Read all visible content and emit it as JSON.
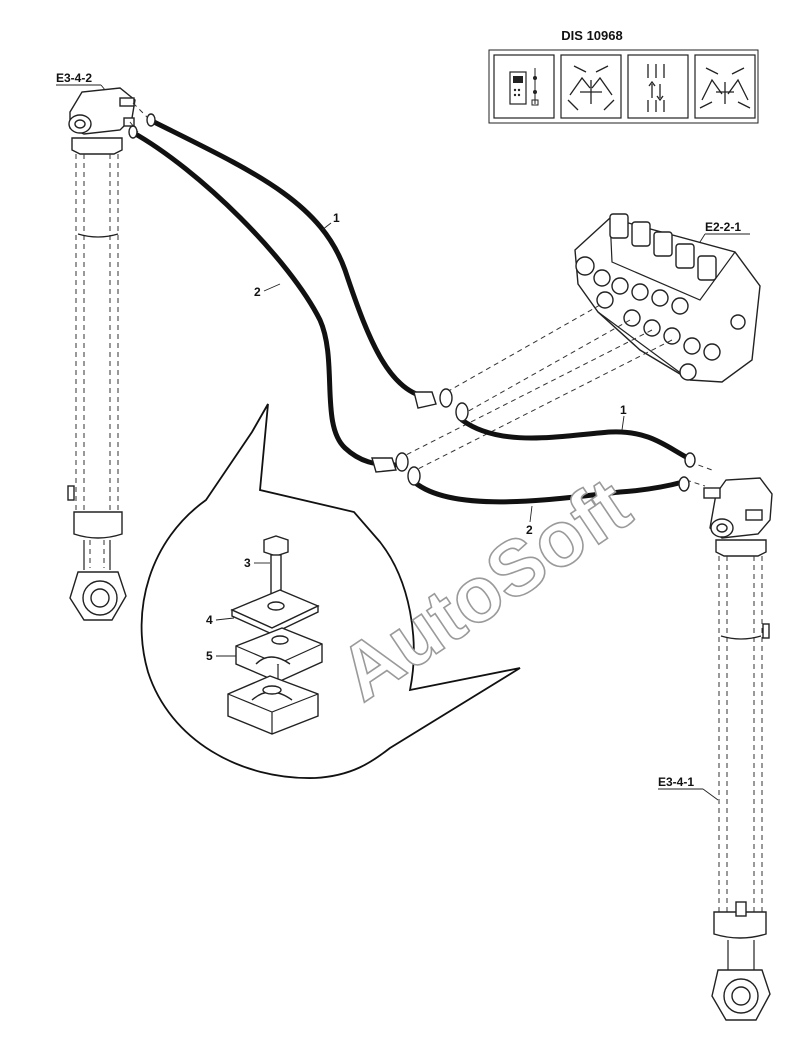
{
  "doc_code": "DIS 10968",
  "refs": {
    "left_cylinder": "E3-4-2",
    "right_cylinder": "E3-4-1",
    "valve_block": "E2-2-1"
  },
  "parts": {
    "hose_1_top": "1",
    "hose_2_top": "2",
    "hose_1_bottom": "1",
    "hose_2_bottom": "2",
    "bolt": "3",
    "plate": "4",
    "clamp": "5"
  },
  "watermark": "AutoSoft",
  "icons": [
    "control-panel-icon",
    "boom-arms-icon",
    "up-down-arrows-icon",
    "bucket-arms-icon"
  ]
}
